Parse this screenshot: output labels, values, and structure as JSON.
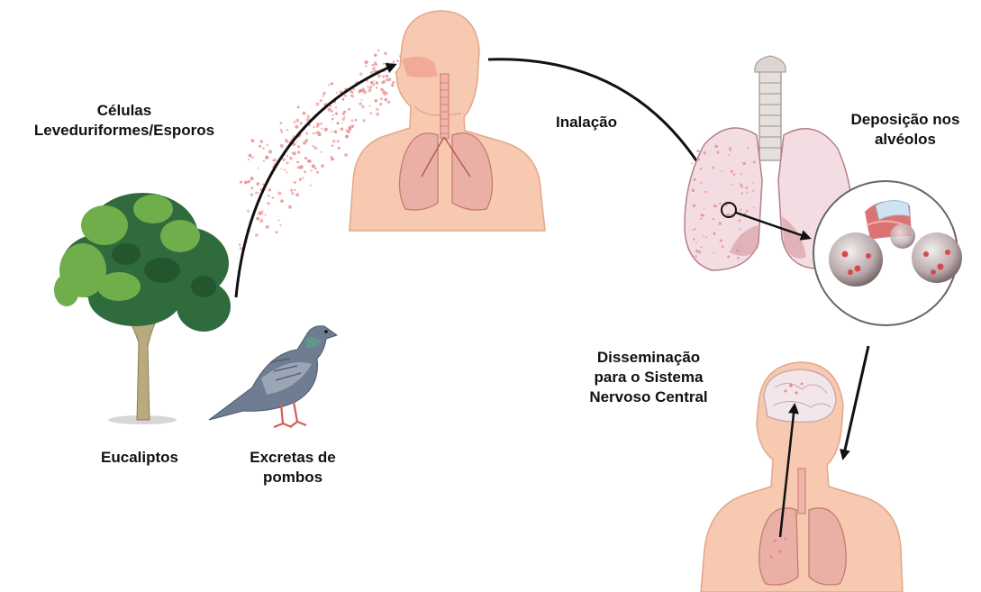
{
  "labels": {
    "spores": [
      "Células",
      "Leveduriformes/Esporos"
    ],
    "inhalation": "Inalação",
    "deposition": [
      "Deposição nos",
      "alvéolos"
    ],
    "dissemination": [
      "Disseminação",
      "para o Sistema",
      "Nervoso Central"
    ],
    "eucalyptus": "Eucaliptos",
    "pigeon": [
      "Excretas de",
      "pombos"
    ]
  },
  "colors": {
    "skin": "#f6c9b0",
    "skin_dark": "#e3a78a",
    "lung": "#e9a89c",
    "lung_fill": "#f4dbe0",
    "spore": "#e88c8c",
    "tree_dark": "#2f6b3c",
    "tree_light": "#6fae4a",
    "trunk": "#b7aa7c",
    "pigeon": "#6e7d92",
    "arrow": "#111111"
  }
}
